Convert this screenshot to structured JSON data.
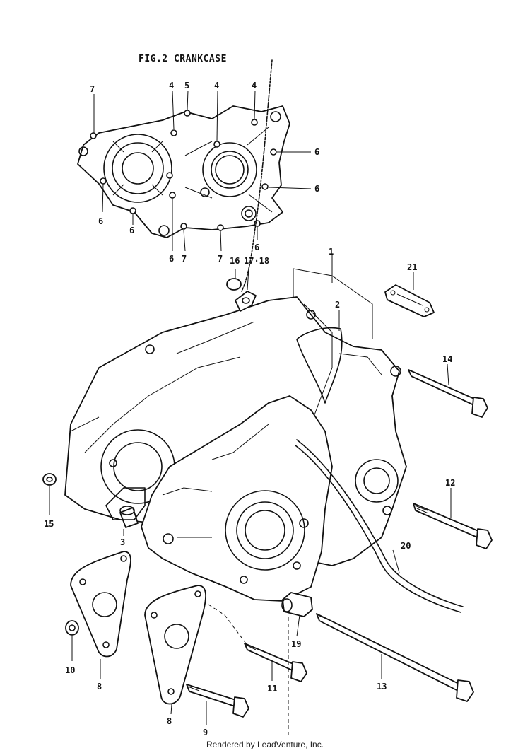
{
  "title": "FIG.2  CRANKCASE",
  "footer": "Rendered by LeadVenture, Inc.",
  "callouts": [
    {
      "id": "c7a",
      "label": "7"
    },
    {
      "id": "c4a",
      "label": "4"
    },
    {
      "id": "c5",
      "label": "5"
    },
    {
      "id": "c4b",
      "label": "4"
    },
    {
      "id": "c4c",
      "label": "4"
    },
    {
      "id": "c6a",
      "label": "6"
    },
    {
      "id": "c6b",
      "label": "6"
    },
    {
      "id": "c6c",
      "label": "6"
    },
    {
      "id": "c6d",
      "label": "6"
    },
    {
      "id": "c6e",
      "label": "6"
    },
    {
      "id": "c7b",
      "label": "7"
    },
    {
      "id": "c7c",
      "label": "7"
    },
    {
      "id": "c6f",
      "label": "6"
    },
    {
      "id": "c16",
      "label": "16"
    },
    {
      "id": "c17-18",
      "label": "17·18"
    },
    {
      "id": "c1",
      "label": "1"
    },
    {
      "id": "c21",
      "label": "21"
    },
    {
      "id": "c2",
      "label": "2"
    },
    {
      "id": "c14",
      "label": "14"
    },
    {
      "id": "c15",
      "label": "15"
    },
    {
      "id": "c3",
      "label": "3"
    },
    {
      "id": "c12",
      "label": "12"
    },
    {
      "id": "c20",
      "label": "20"
    },
    {
      "id": "c19",
      "label": "19"
    },
    {
      "id": "c10",
      "label": "10"
    },
    {
      "id": "c8a",
      "label": "8"
    },
    {
      "id": "c8b",
      "label": "8"
    },
    {
      "id": "c11",
      "label": "11"
    },
    {
      "id": "c13",
      "label": "13"
    },
    {
      "id": "c9",
      "label": "9"
    }
  ]
}
